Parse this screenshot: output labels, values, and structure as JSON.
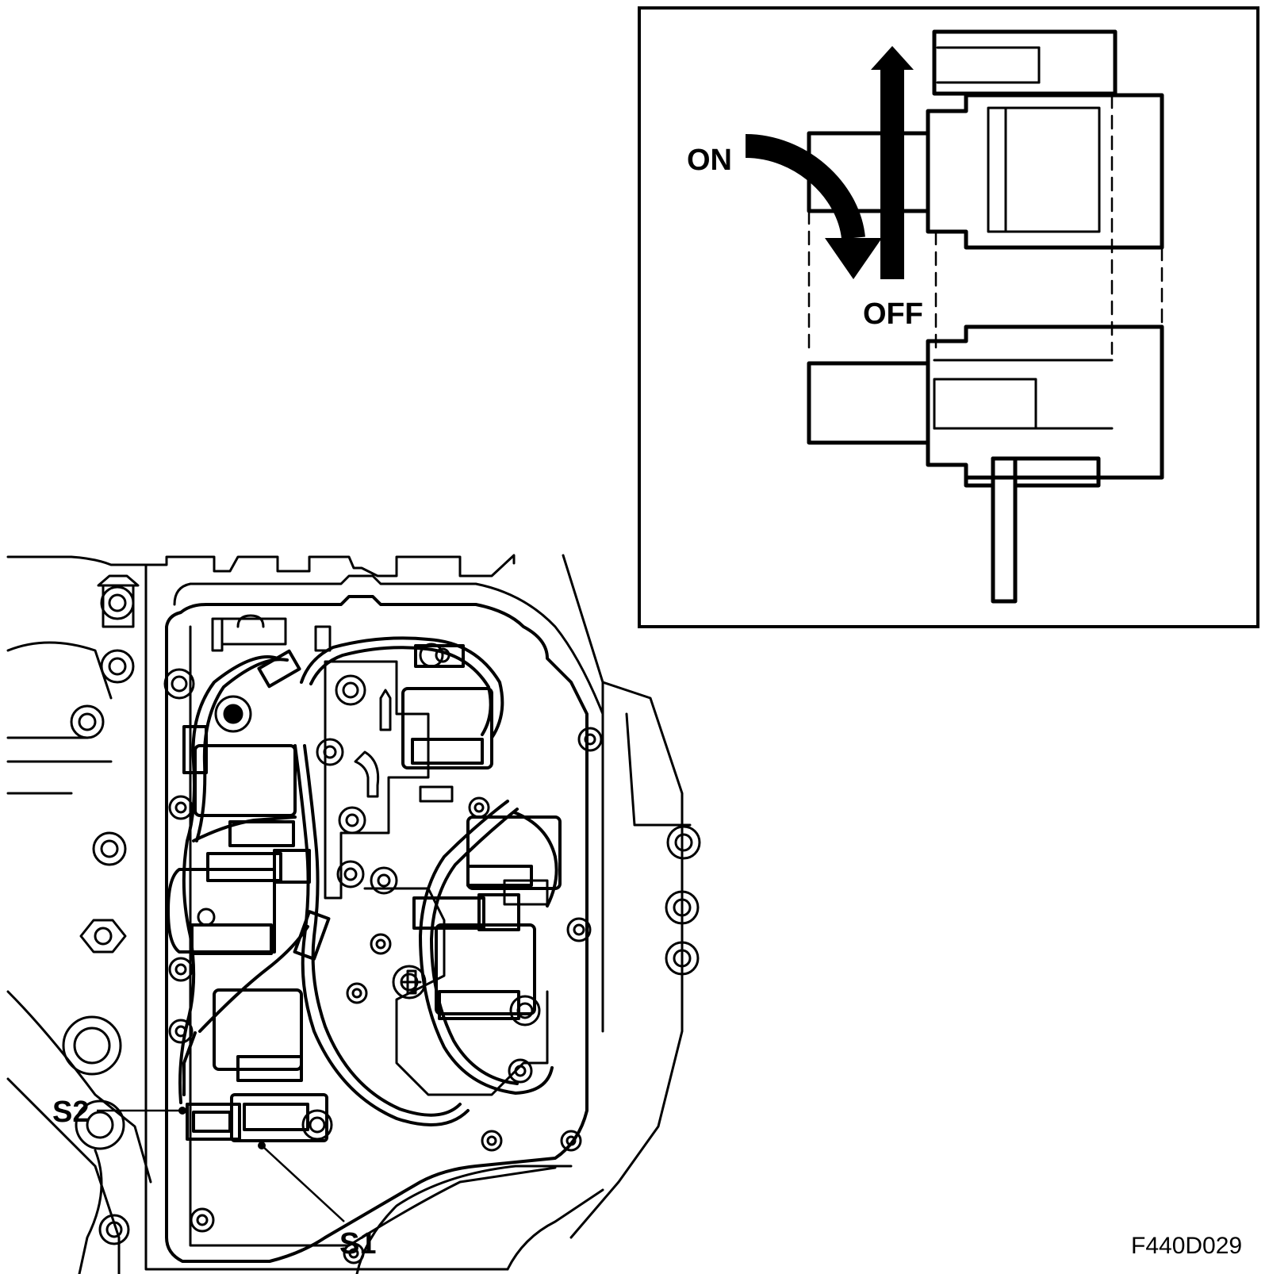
{
  "colors": {
    "line": "#000000",
    "background": "#ffffff"
  },
  "inset": {
    "switch_on_label": "ON",
    "switch_off_label": "OFF"
  },
  "callouts": {
    "s1": "S1",
    "s2": "S2"
  },
  "figure_code": "F440D029"
}
